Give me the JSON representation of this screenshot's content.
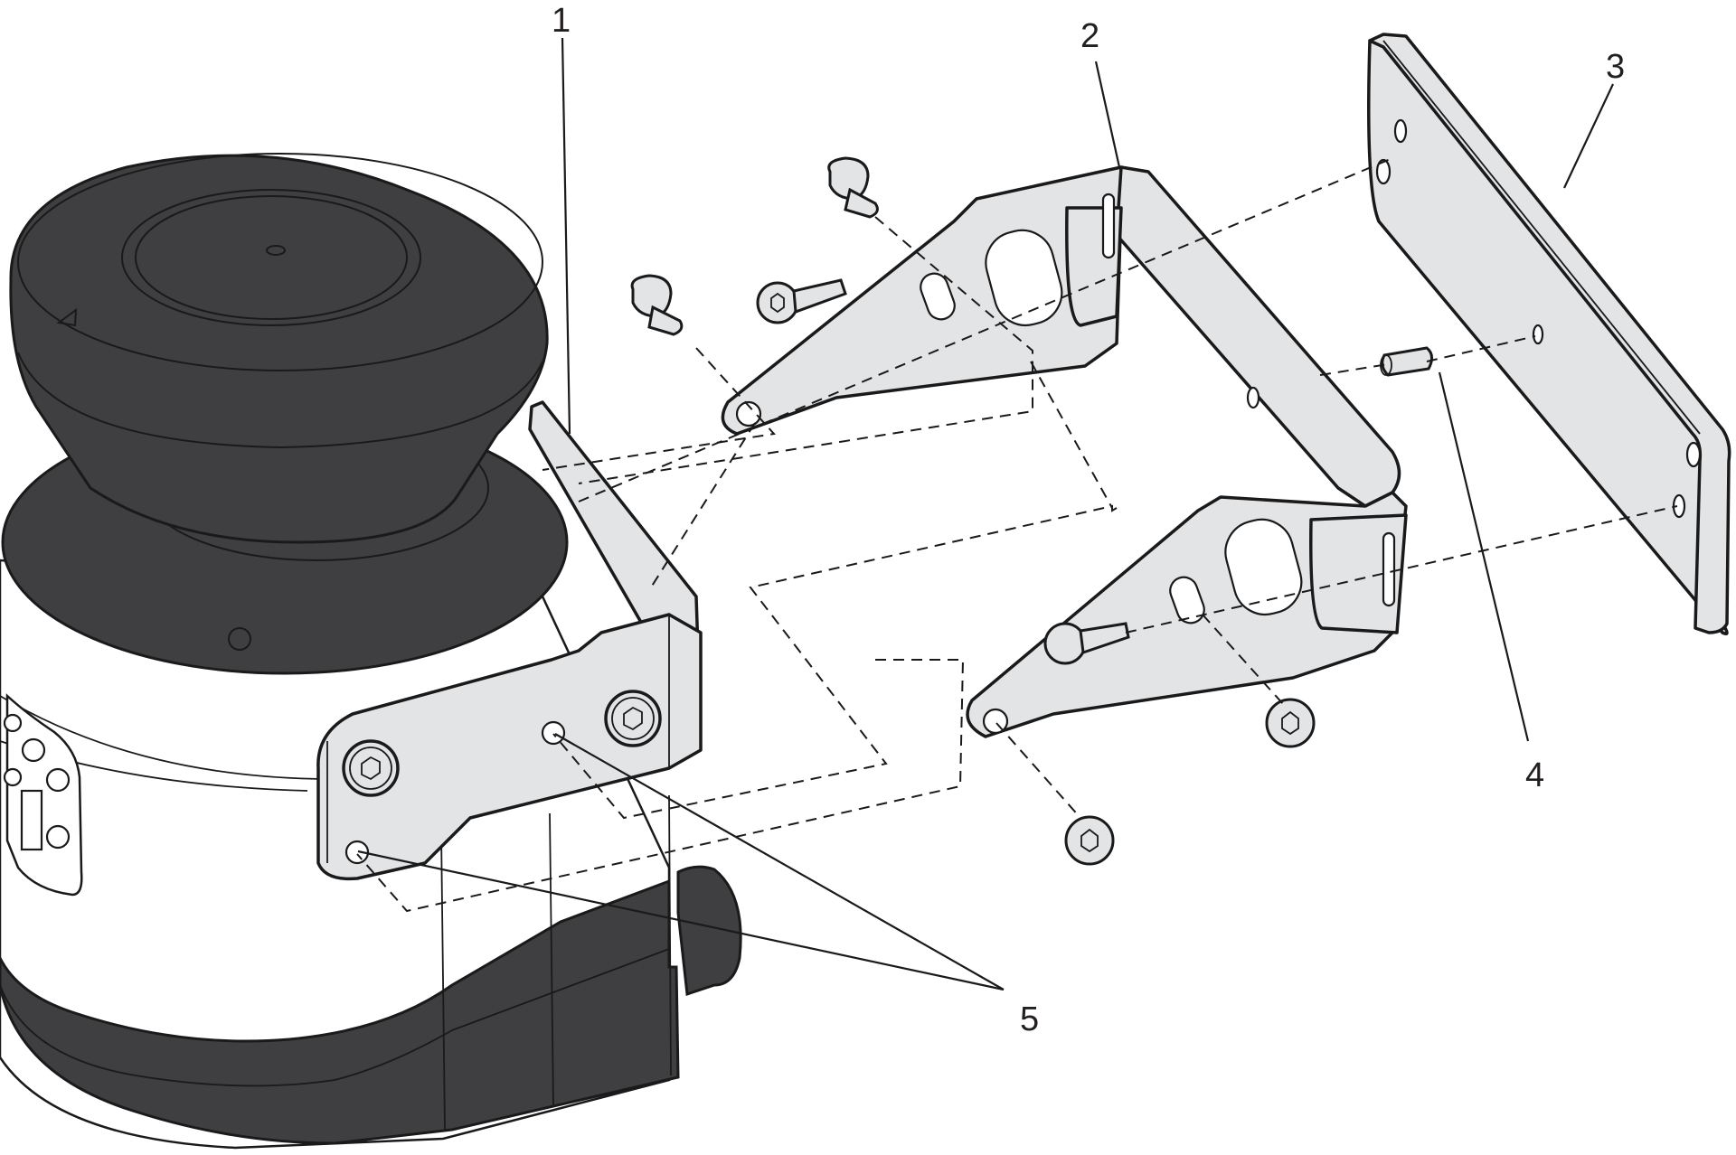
{
  "figure": {
    "type": "exploded-assembly-drawing",
    "callouts": [
      {
        "id": "1",
        "label": "1"
      },
      {
        "id": "2",
        "label": "2"
      },
      {
        "id": "3",
        "label": "3"
      },
      {
        "id": "4",
        "label": "4"
      },
      {
        "id": "5",
        "label": "5"
      }
    ],
    "colors": {
      "housing_dark": "#3f3e41",
      "bracket_light": "#e3e4e6",
      "line": "#1a1a1a",
      "background": "#ffffff"
    }
  }
}
